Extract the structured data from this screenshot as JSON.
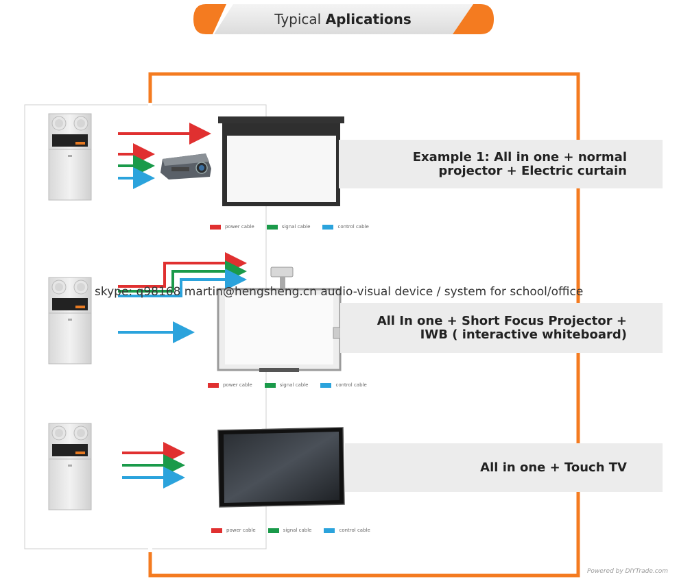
{
  "header": {
    "title_light": "Typical",
    "title_bold": "Aplications"
  },
  "colors": {
    "accent_orange": "#f47b20",
    "power": "#e03030",
    "signal": "#1a9a4a",
    "control": "#2ba3dc"
  },
  "examples": [
    {
      "label_line1": "Example 1: All in one + normal",
      "label_line2": "projector + Electric curtain",
      "device_icon": "projector-screen-icon"
    },
    {
      "label_line1": "All In one + Short Focus Projector +",
      "label_line2": "IWB ( interactive whiteboard)",
      "device_icon": "interactive-whiteboard-icon"
    },
    {
      "label_line1": "All in one + Touch TV",
      "label_line2": "",
      "device_icon": "touch-tv-icon"
    }
  ],
  "legend": {
    "power": "power cable",
    "signal": "signal cable",
    "control": "control cable"
  },
  "watermark": "skype: q98168 martin@hengsheng.cn audio-visual device / system for school/office",
  "footer": "Powered by DIYTrade.com"
}
